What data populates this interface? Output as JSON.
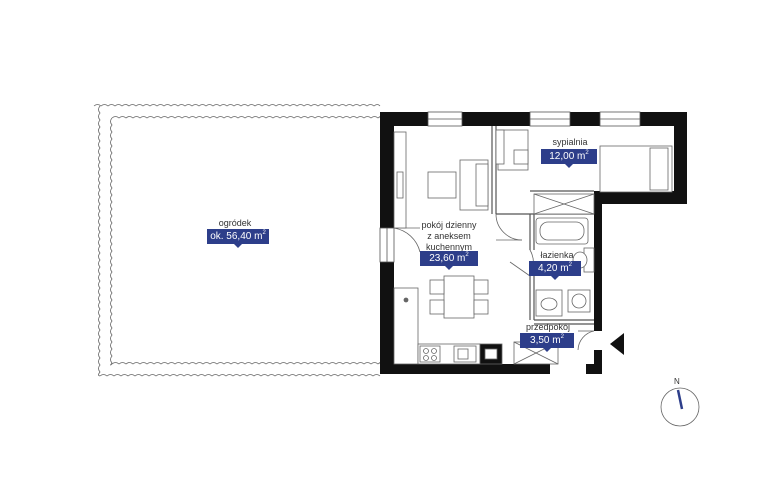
{
  "colors": {
    "wall": "#111111",
    "badge": "#2d3e8a",
    "line": "#555555",
    "compass_needle": "#2d3e8a"
  },
  "rooms": {
    "garden": {
      "label": "ogródek",
      "area": "ok. 56,40 m",
      "unit_sup": "2"
    },
    "bedroom": {
      "label": "sypialnia",
      "area": "12,00 m",
      "unit_sup": "2"
    },
    "living": {
      "label_lines": [
        "pokój dzienny",
        "z aneksem",
        "kuchennym"
      ],
      "area": "23,60 m",
      "unit_sup": "2"
    },
    "bathroom": {
      "label": "łazienka",
      "area": "4,20 m",
      "unit_sup": "2"
    },
    "hall": {
      "label": "przedpokój",
      "area": "3,50 m",
      "unit_sup": "2"
    }
  },
  "compass": {
    "label": "N",
    "icon": "compass-icon"
  },
  "entrance": {
    "icon": "entrance-arrow-icon"
  }
}
